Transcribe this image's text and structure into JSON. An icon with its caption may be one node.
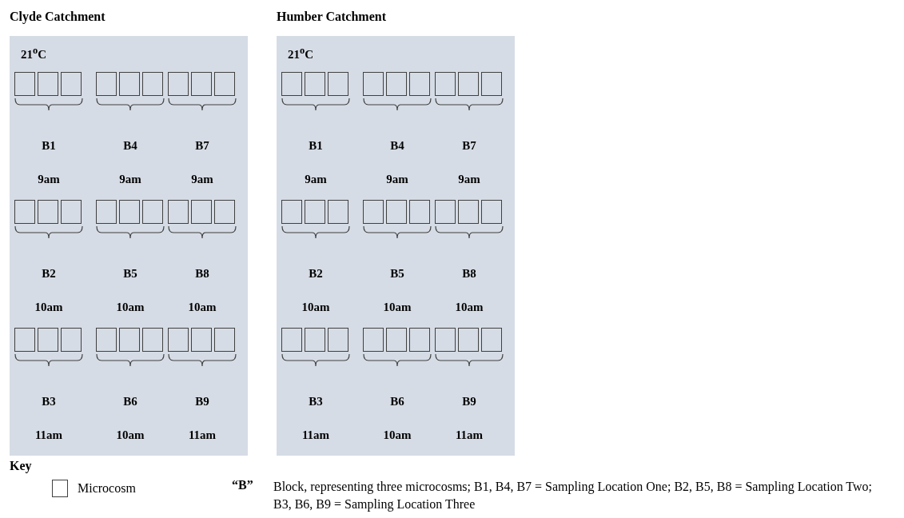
{
  "diagram": {
    "nodes": [
      {
        "text": [
          "Clyde Catchment",
          "21$^{o}$C"
        ]
      },
      {
        "text": [],
        "shape": "box",
        "in": 0
      },
      {
        "text": [],
        "shape": "box",
        "in": 0
      },
      {
        "text": [],
        "shape": "box",
        "in": 0
      },
      {
        "text": [],
        "shape": "box",
        "in": 0
      },
      {
        "text": [],
        "shape": "box",
        "in": 0
      },
      {
        "text": [],
        "shape": "box",
        "in": 0
      },
      {
        "text": [],
        "shape": "box",
        "in": 0
      },
      {
        "text": [],
        "shape": "box",
        "in": 0
      },
      {
        "text": [],
        "shape": "box",
        "in": 0
      },
      {
        "text": [],
        "shape": "box",
        "in": 0
      },
      {
        "text": [],
        "shape": "box",
        "in": 0
      },
      {
        "text": [],
        "shape": "box",
        "in": 0
      },
      {
        "text": [],
        "shape": "box",
        "in": 0
      },
      {
        "text": [],
        "shape": "box",
        "in": 0
      },
      {
        "text": [],
        "shape": "box",
        "in": 0
      },
      {
        "text": [],
        "shape": "box",
        "in": 0
      },
      {
        "text": [],
        "shape": "box",
        "in": 0
      },
      {
        "text": [],
        "shape": "box",
        "in": 0
      },
      {
        "text": [],
        "shape": "box",
        "in": 0
      },
      {
        "text": [],
        "shape": "box",
        "in": 0
      },
      {
        "text": [],
        "shape": "box",
        "in": 0
      },
      {
        "text": [],
        "shape": "box",
        "in": 0
      },
      {
        "text": [],
        "shape": "box",
        "in": 0
      },
      {
        "text": [],
        "shape": "box",
        "in": 0
      },
      {
        "text": [],
        "shape": "box",
        "in": 0
      },
      {
        "text": [],
        "shape": "box",
        "in": 0
      },
      {
        "text": [],
        "shape": "box",
        "in": 0
      },
      {
        "text": [
          "Humber Catchment",
          "21$^{o}$C"
        ]
      },
      {
        "text": [],
        "shape": "box",
        "in": 28
      },
      {
        "text": [],
        "shape": "box",
        "in": 28
      },
      {
        "text": [],
        "shape": "box",
        "in": 28
      },
      {
        "text": [],
        "shape": "box",
        "in": 28
      },
      {
        "text": [],
        "shape": "box",
        "in": 28
      },
      {
        "text": [],
        "shape": "box",
        "in": 28
      },
      {
        "text": [],
        "shape": "box",
        "in": 28
      },
      {
        "text": [],
        "shape": "box",
        "in": 28
      },
      {
        "text": [],
        "shape": "box",
        "in": 28
      },
      {
        "text": [],
        "shape": "box",
        "in": 28
      },
      {
        "text": [],
        "shape": "box",
        "in": 28
      },
      {
        "text": [],
        "shape": "box",
        "in": 28
      },
      {
        "text": [],
        "shape": "box",
        "in": 28
      },
      {
        "text": [],
        "shape": "box",
        "in": 28
      },
      {
        "text": [],
        "shape": "box",
        "in": 28
      },
      {
        "text": [],
        "shape": "box",
        "in": 28
      },
      {
        "text": [],
        "shape": "box",
        "in": 28
      },
      {
        "text": [],
        "shape": "box",
        "in": 28
      },
      {
        "text": [],
        "shape": "box",
        "in": 28
      },
      {
        "text": [],
        "shape": "box",
        "in": 28
      },
      {
        "text": [],
        "shape": "box",
        "in": 28
      },
      {
        "text": [],
        "shape": "box",
        "in": 28
      },
      {
        "text": [],
        "shape": "box",
        "in": 28
      },
      {
        "text": [],
        "shape": "box",
        "in": 28
      },
      {
        "text": [],
        "shape": "box",
        "in": 28
      },
      {
        "text": [],
        "shape": "box",
        "in": 28
      },
      {
        "text": [],
        "shape": "box",
        "in": 28
      }
    ],
    "labels": [
      "B1",
      "B4",
      "B7",
      "9am",
      "9am",
      "9am",
      "B2",
      "B5",
      "B8",
      "10am",
      "10am",
      "10am",
      "B3",
      "B6",
      "B9",
      "11am",
      "10am",
      "11am",
      "B1",
      "B4",
      "B7",
      "9am",
      "9am",
      "9am",
      "B2",
      "B5",
      "B8",
      "10am",
      "10am",
      "10am",
      "B3",
      "B6",
      "B9",
      "11am",
      "10am",
      "11am",
      "Key",
      "“B”",
      "Block, representing three microcosms; B1, B4, B7 = Sampling Location One; B2, B5, B8 = Sampling Location Two; B3, B6, B9 = Sampling Location Three"
    ],
    "legend": [
      {
        "text": "Microcosm"
      }
    ]
  }
}
